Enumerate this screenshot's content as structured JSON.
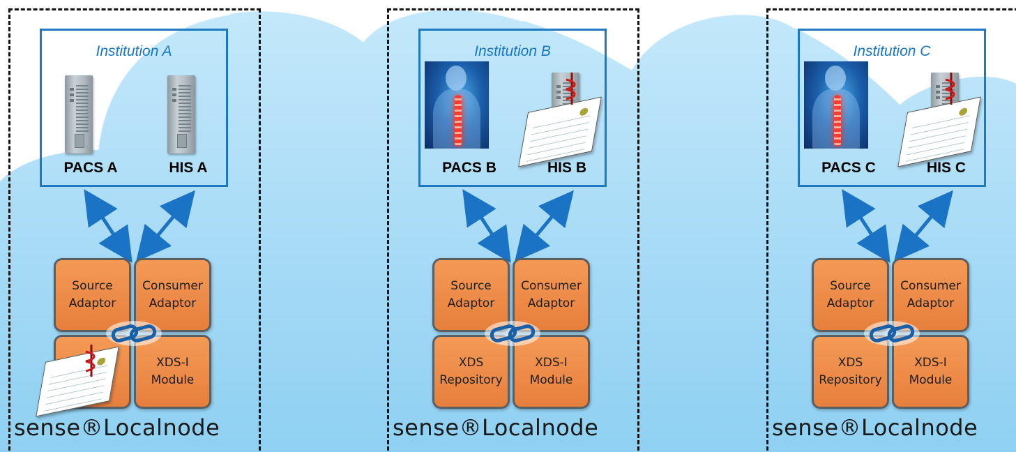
{
  "sites": [
    {
      "institution": "Institution A",
      "pacs_label": "PACS A",
      "his_label": "HIS A",
      "pacs_icon": "server-icon",
      "his_icon": "server-icon",
      "module": {
        "source": "Source\nAdaptor",
        "consumer": "Consumer\nAdaptor",
        "repository": "",
        "xdsi": "XDS-I\nModule"
      },
      "repository_covered_by_document": true,
      "node_name": "sense®Localnode"
    },
    {
      "institution": "Institution B",
      "pacs_label": "PACS B",
      "his_label": "HIS B",
      "pacs_icon": "xray-spine-icon",
      "his_icon": "medical-document-icon",
      "module": {
        "source": "Source\nAdaptor",
        "consumer": "Consumer\nAdaptor",
        "repository": "XDS\nRepository",
        "xdsi": "XDS-I\nModule"
      },
      "repository_covered_by_document": false,
      "node_name": "sense®Localnode"
    },
    {
      "institution": "Institution C",
      "pacs_label": "PACS C",
      "his_label": "HIS C",
      "pacs_icon": "xray-spine-icon",
      "his_icon": "medical-document-icon",
      "module": {
        "source": "Source\nAdaptor",
        "consumer": "Consumer\nAdaptor",
        "repository": "XDS\nRepository",
        "xdsi": "XDS-I\nModule"
      },
      "repository_covered_by_document": false,
      "node_name": "sense®Localnode"
    }
  ],
  "colors": {
    "institution_border": "#1e78c2",
    "arrow": "#1a73c4",
    "tile": "#ee8a48",
    "cloud": "#a8dbf6"
  }
}
